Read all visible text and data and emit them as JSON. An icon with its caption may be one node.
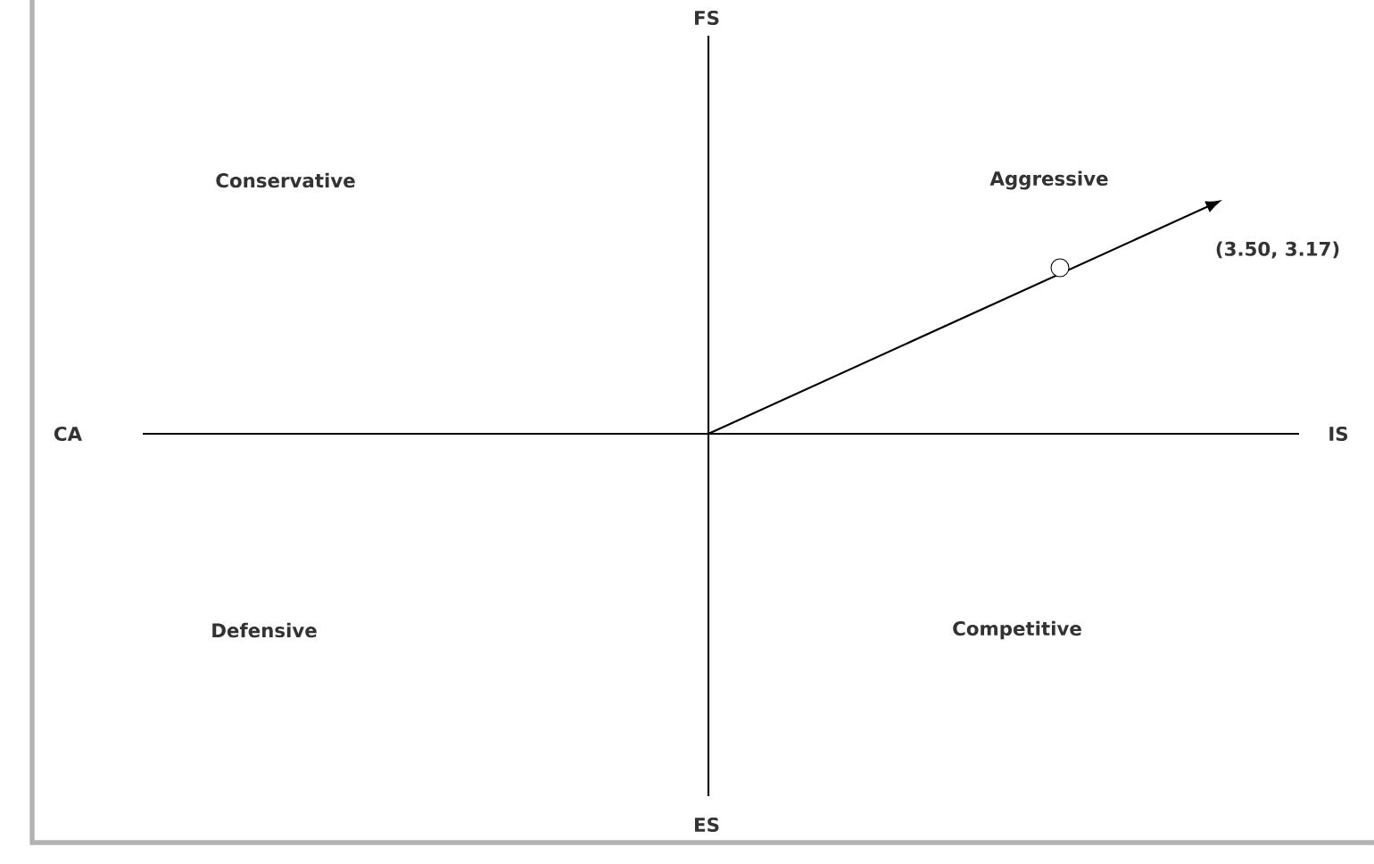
{
  "diagram": {
    "labels": [
      "FS",
      "Conservative",
      "Aggressive",
      "(3.50, 3.17)",
      "CA",
      "IS",
      "Defensive",
      "Competitive",
      "ES"
    ]
  }
}
